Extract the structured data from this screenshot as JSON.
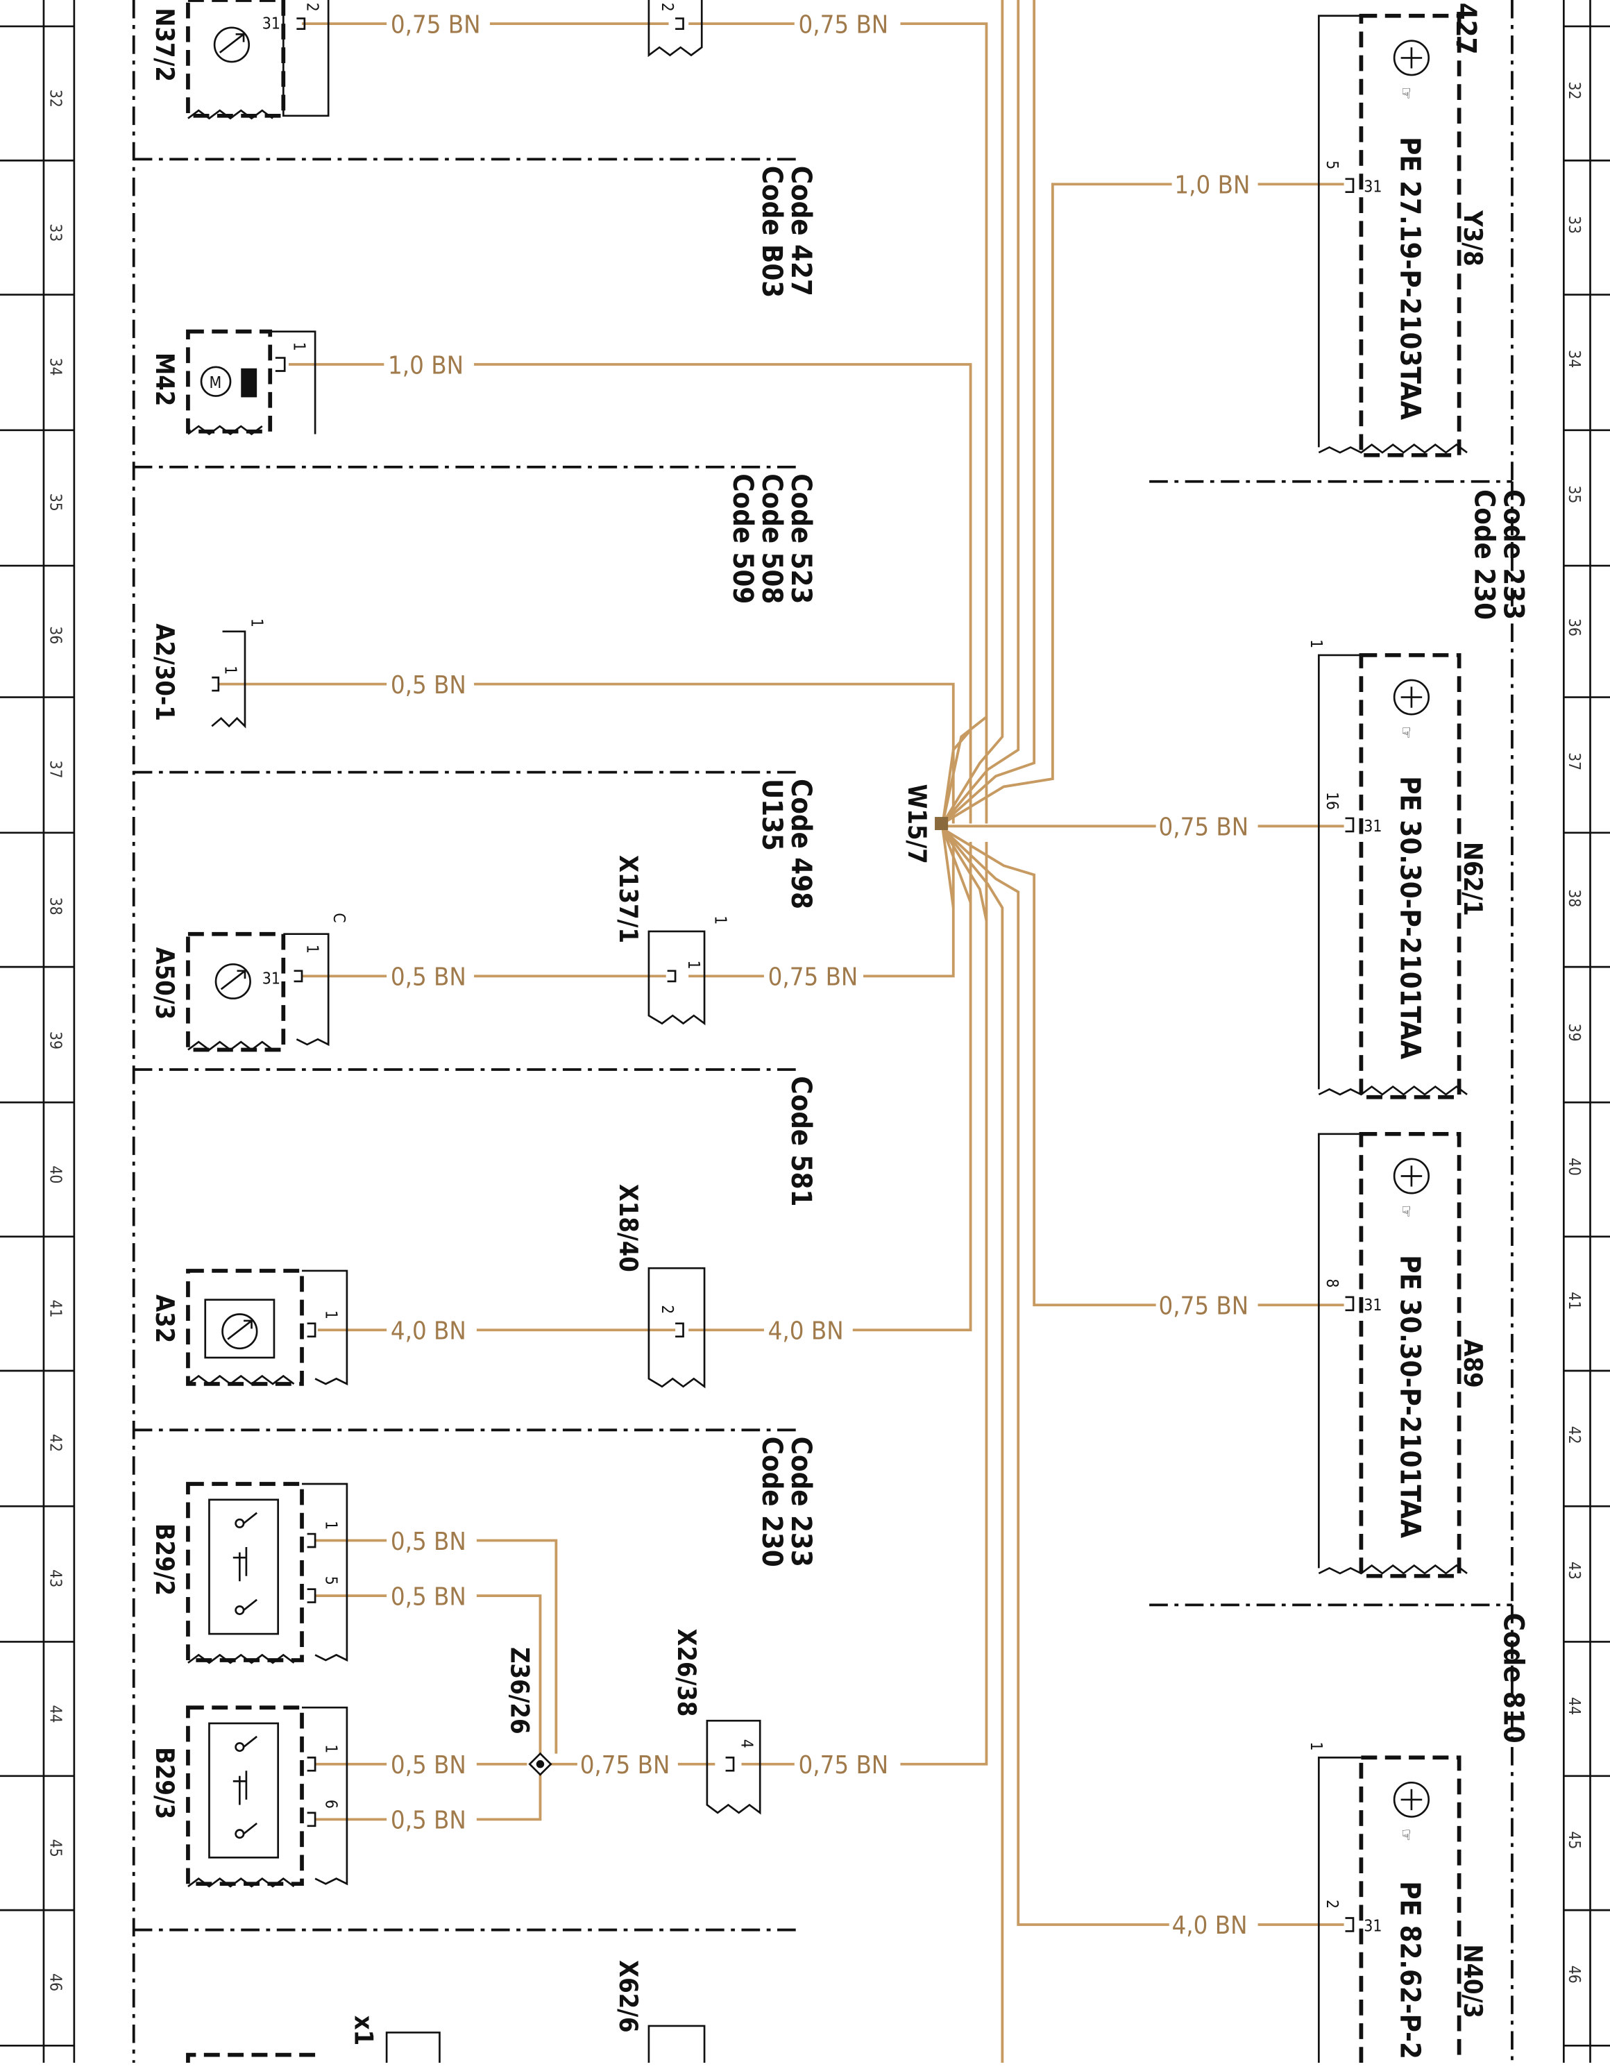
{
  "diagram": {
    "wire_color_hex": "#c79a62",
    "row_numbers": [
      "32",
      "33",
      "34",
      "35",
      "36",
      "37",
      "38",
      "39",
      "40",
      "41",
      "42",
      "43",
      "44",
      "45",
      "46"
    ],
    "codes": {
      "c427": "427",
      "g1": "Code 427\nCode B03",
      "g2": "Code 523\nCode 508\nCode 509",
      "g3": "Code 498\nU135",
      "g4": "Code 581",
      "g5": "Code 233\nCode 230",
      "r1": "Code 233\nCode 230",
      "r2": "Code 810"
    },
    "components": {
      "N37_2": "N37/2",
      "M42": "M42",
      "A2_30_1": "A2/30-1",
      "A50_3": "A50/3",
      "A32": "A32",
      "B29_2": "B29/2",
      "B29_3": "B29/3",
      "X137_1": "X137/1",
      "X18_40": "X18/40",
      "X26_38": "X26/38",
      "X62_6": "X62/6",
      "Z36_26": "Z36/26",
      "W15_7": "W15/7",
      "x1": "x1",
      "Y3_8": "Y3/8",
      "N62_1": "N62/1",
      "A89": "A89",
      "N40_3": "N40/3"
    },
    "ground_points": {
      "Y3_8": "PE 27.19-P-2103TAA",
      "N62_1": "PE 30.30-P-2101TAA",
      "A89": "PE 30.30-P-2101TAA",
      "N40_3": "PE 82.62-P-2"
    },
    "wires": {
      "w075": "0,75 BN",
      "w10": "1,0 BN",
      "w05": "0,5 BN",
      "w40": "4,0 BN"
    },
    "pins": {
      "p1": "1",
      "p2": "2",
      "p4": "4",
      "p5": "5",
      "p6": "6",
      "p8": "8",
      "p16": "16",
      "p31": "31",
      "pC": "C"
    }
  }
}
